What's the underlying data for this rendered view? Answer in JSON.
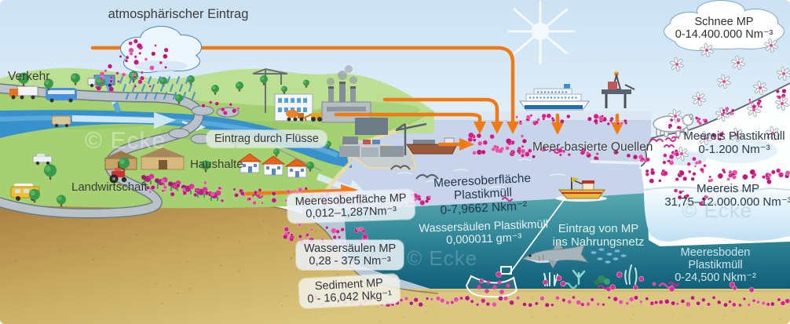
{
  "diagram": {
    "watermark": "© Ecke",
    "sources": {
      "atmospheric_input": "atmosphärischer Eintrag",
      "traffic": "Verkehr",
      "river_input": "Eintrag durch Flüsse",
      "households": "Haushalte",
      "agriculture": "Landwirtschaft",
      "sea_based": "Meer-basierte Quellen",
      "food_web_line1": "Eintrag von MP",
      "food_web_line2": "ins Nahrungsnetz"
    },
    "measurements": {
      "snow_mp": {
        "label": "Schnee MP",
        "value": "0-14.400.000 Nm⁻³"
      },
      "sea_surface_mp": {
        "label": "Meeresoberfläche MP",
        "value": "0,012–1,287Nm⁻³"
      },
      "sea_surface_litter": {
        "label_line1": "Meeresoberfläche",
        "label_line2": "Plastikmüll",
        "value": "0-7,9662 Nkm⁻²"
      },
      "water_column_litter": {
        "label": "Wassersäulen Plastikmüll",
        "value": "0,000011 gm⁻³"
      },
      "water_column_mp": {
        "label": "Wassersäulen MP",
        "value": "0,28 - 375 Nm⁻³"
      },
      "sediment_mp": {
        "label": "Sediment MP",
        "value": "0 - 16,042 Nkg⁻¹"
      },
      "sea_ice_litter": {
        "label": "Meereis Plastikmüll",
        "value": "0-1.200 Nm⁻³"
      },
      "sea_ice_mp": {
        "label": "Meereis MP",
        "value": "31,75–12.000.000 Nm⁻³"
      },
      "seafloor_litter": {
        "label_line1": "Meeresboden",
        "label_line2": "Plastikmüll",
        "value": "0-24,500 Nkm⁻²"
      }
    },
    "colors": {
      "particle_pink": "#d61f8a",
      "flow_orange": "#ee7b16",
      "deep_sea_teal": "#19647c",
      "surface_blue": "#c7d4e9",
      "land_green": "#a6d173",
      "sand": "#dbc77f"
    }
  }
}
